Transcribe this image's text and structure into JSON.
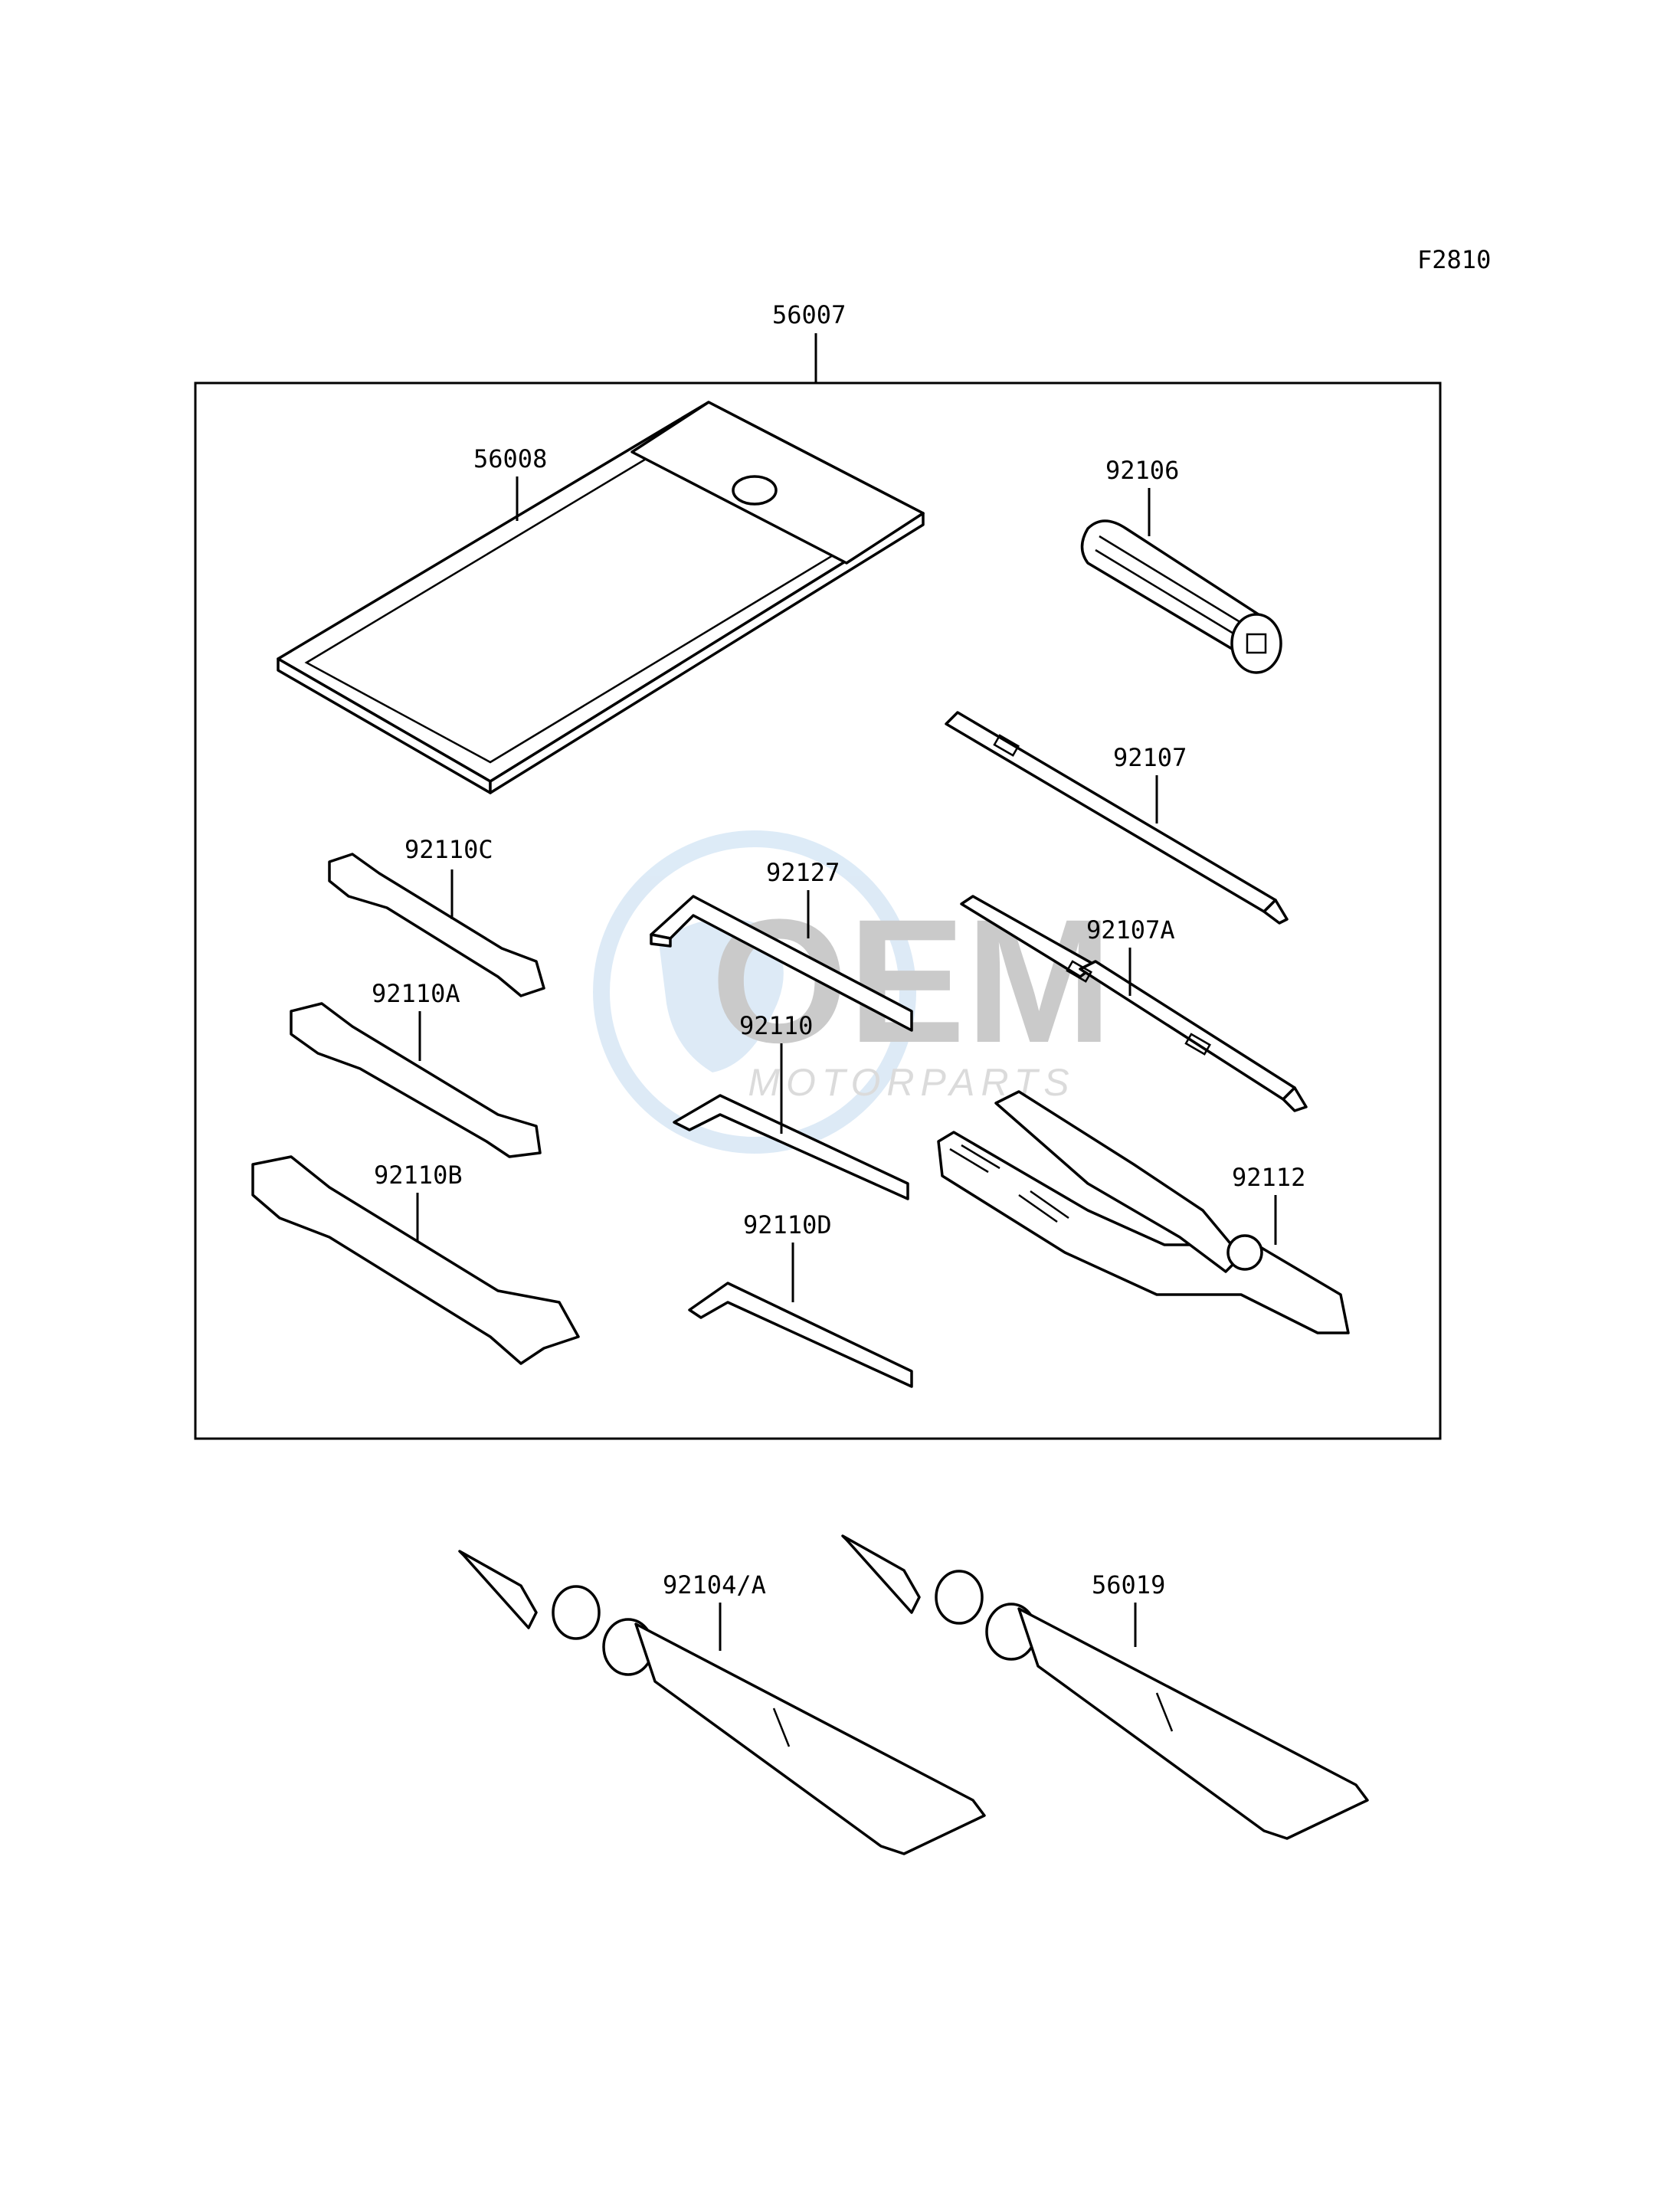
{
  "figure_code": "F2810",
  "watermark": {
    "line1": "OEM",
    "line2": "MOTORPARTS"
  },
  "parts": {
    "kit": "56007",
    "tool_bag": "56008",
    "p92106": "92106",
    "p92107": "92107",
    "p92107A": "92107A",
    "p92110C": "92110C",
    "p92110A": "92110A",
    "p92110B": "92110B",
    "p92127": "92127",
    "p92110": "92110",
    "p92110D": "92110D",
    "p92112": "92112",
    "p92104A": "92104/A",
    "p56019": "56019"
  }
}
